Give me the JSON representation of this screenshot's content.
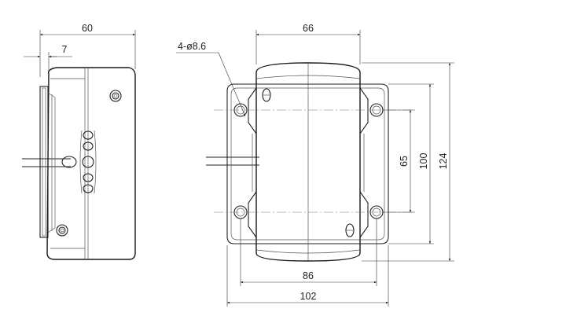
{
  "dimensions": {
    "side_width": "60",
    "side_offset": "7",
    "hole_callout": "4-ø8.6",
    "body_width": "66",
    "height_inner": "65",
    "height_mid": "100",
    "height_overall": "124",
    "bracket_inner_width": "86",
    "bracket_overall_width": "102"
  }
}
